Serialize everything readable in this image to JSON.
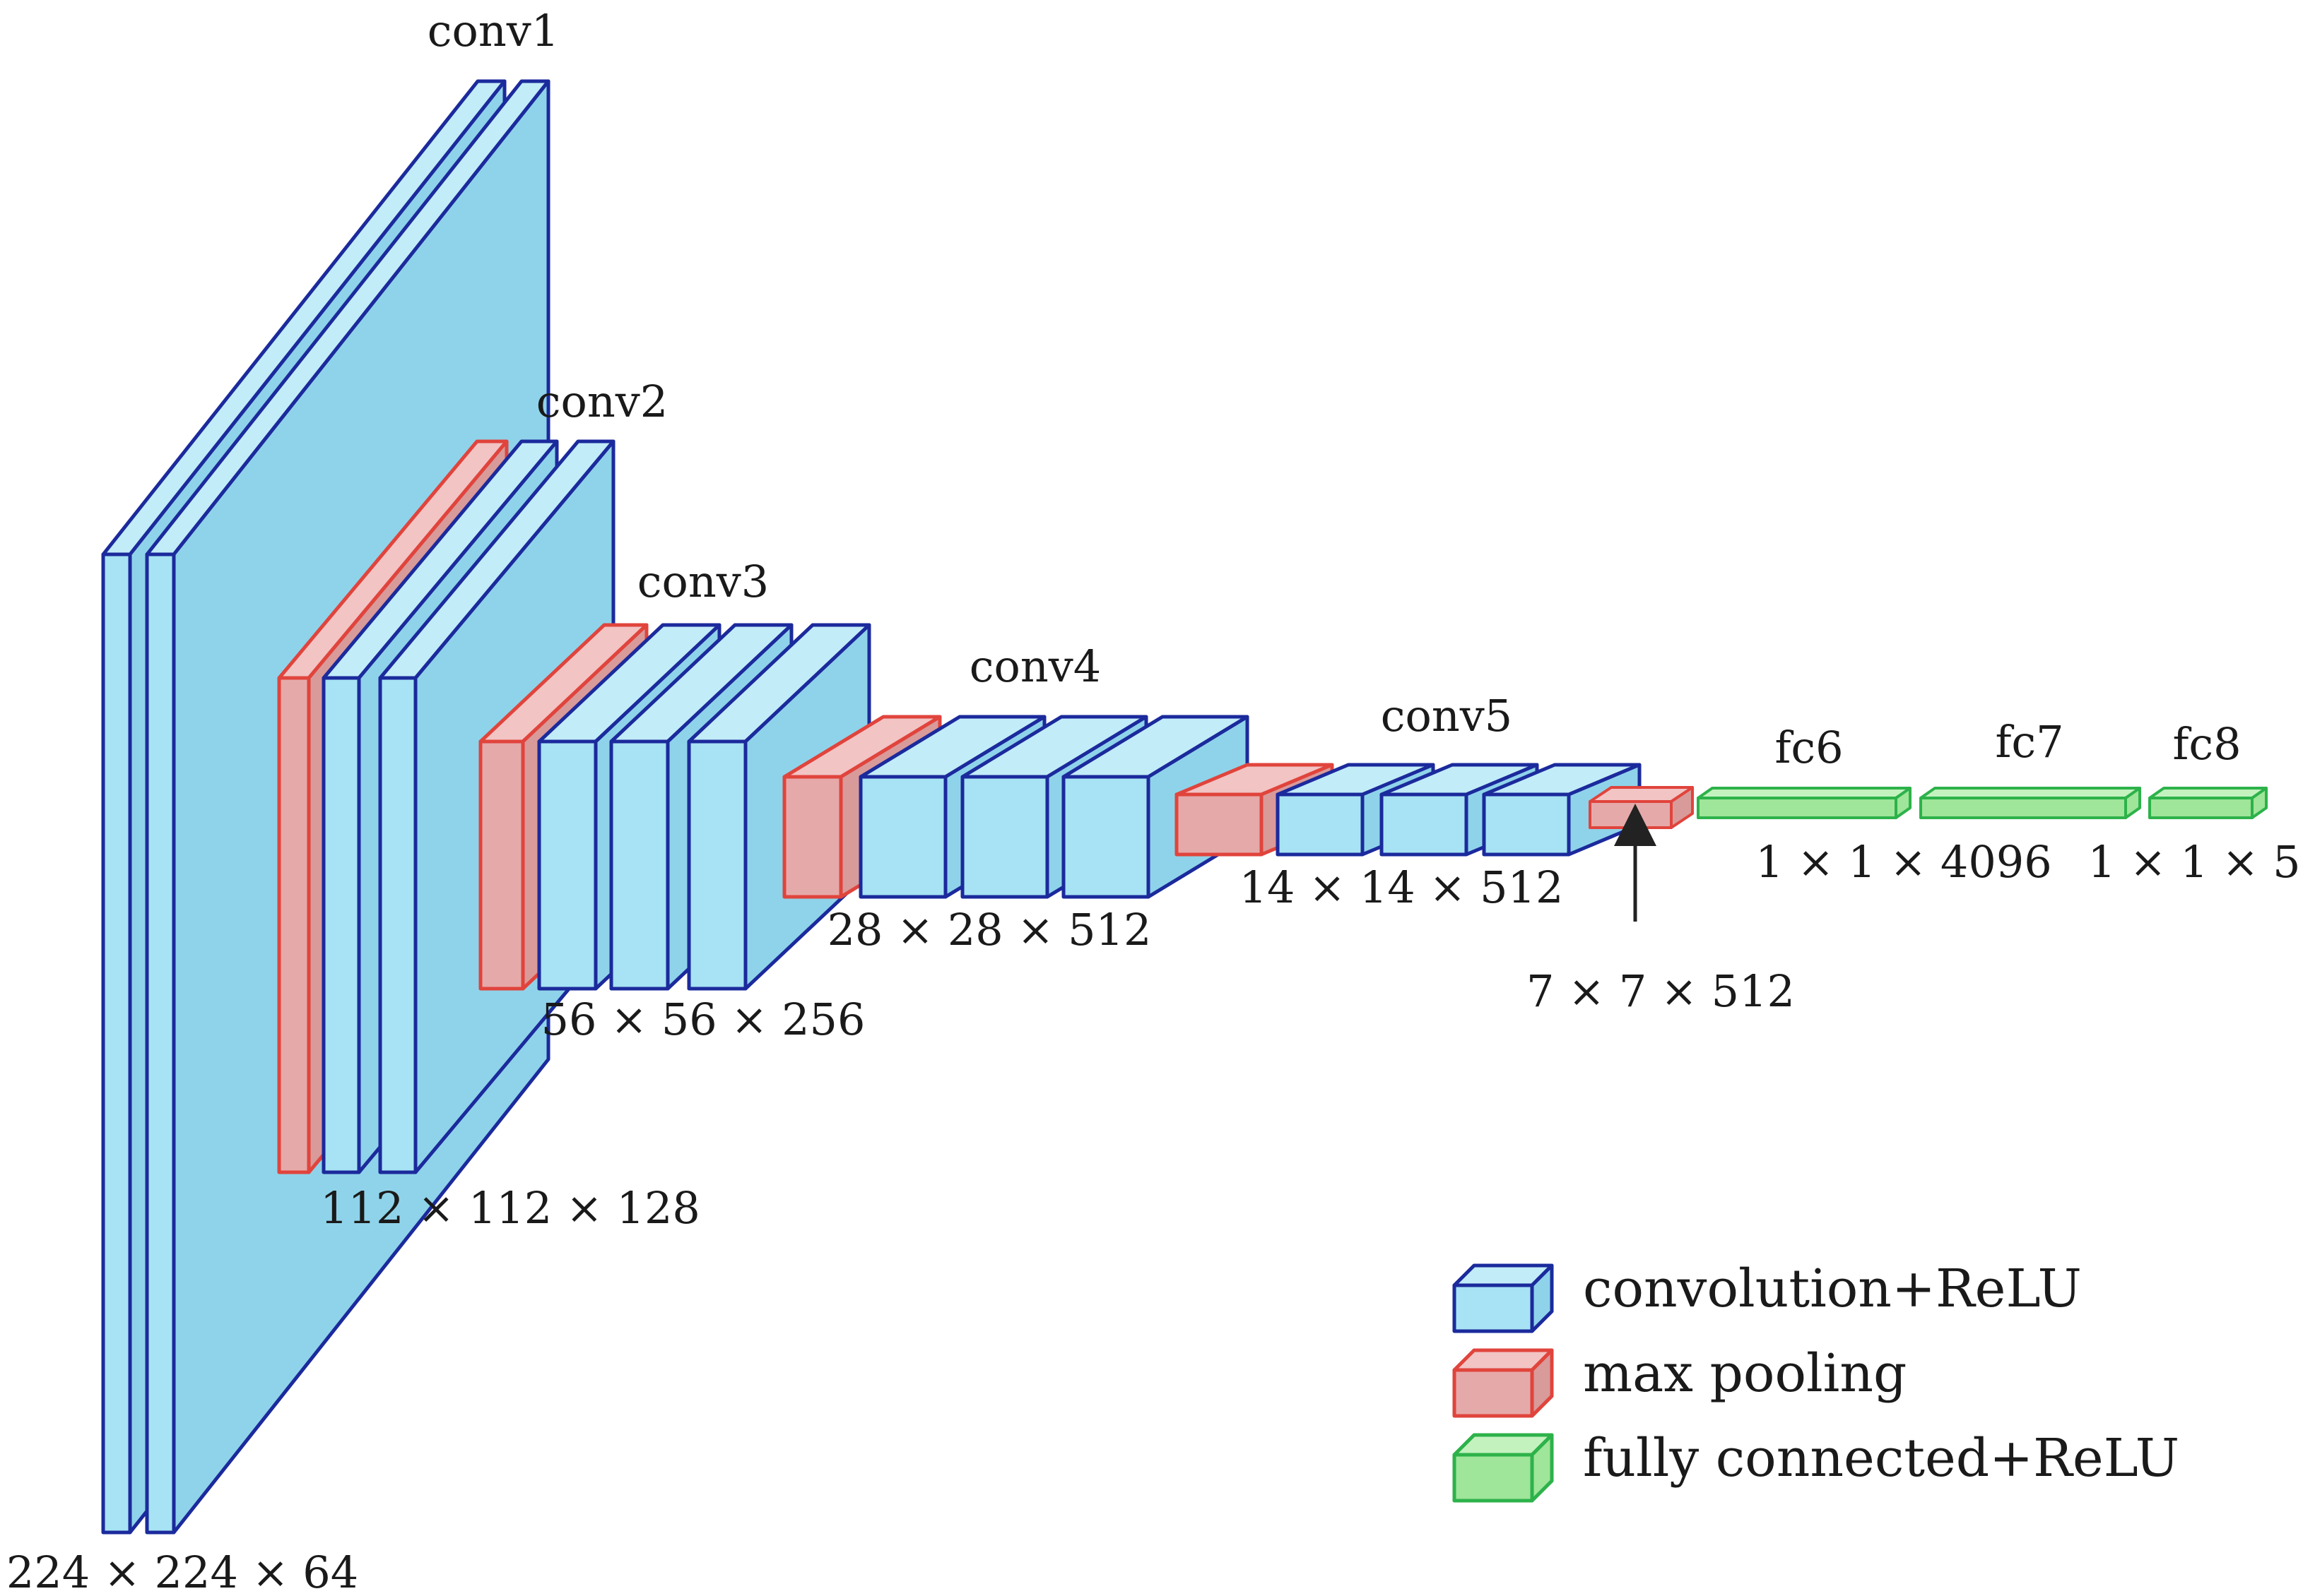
{
  "colors": {
    "conv_fill": "#a7e3f4",
    "conv_side": "#8fd3ea",
    "conv_top": "#c2ecf8",
    "conv_stroke": "#1b2a9c",
    "pool_fill": "#e6a9a9",
    "pool_side": "#d99a9a",
    "pool_top": "#f2c4c4",
    "pool_stroke": "#e0443c",
    "fc_fill": "#9fe59a",
    "fc_top": "#c4f2bf",
    "fc_stroke": "#2db24a",
    "text": "#1a1a1a",
    "arrow": "#222222"
  },
  "stage_labels": {
    "conv1": "conv1",
    "conv2": "conv2",
    "conv3": "conv3",
    "conv4": "conv4",
    "conv5": "conv5",
    "fc6": "fc6",
    "fc7": "fc7",
    "fc8": "fc8"
  },
  "dimension_labels": {
    "d224": "224 × 224 × 64",
    "d112": "112 × 112 × 128",
    "d56": "56 × 56 × 256",
    "d28": "28 × 28 × 512",
    "d14": "14 × 14 × 512",
    "d7": "7 × 7 × 512",
    "d4096": "1 × 1 × 4096",
    "d5": "1 × 1 × 5"
  },
  "legend": {
    "conv": "convolution+ReLU",
    "pool": "max pooling",
    "fc": "fully connected+ReLU"
  }
}
